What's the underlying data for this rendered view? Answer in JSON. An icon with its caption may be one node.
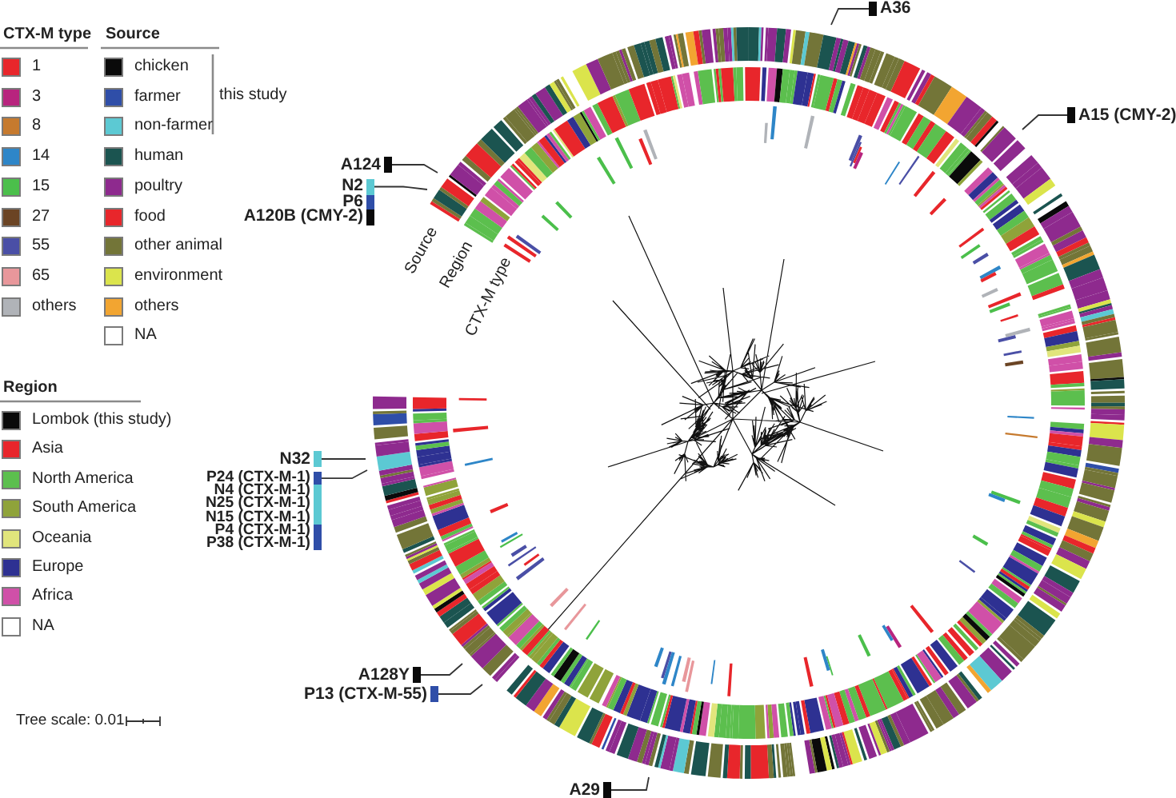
{
  "diagram": {
    "nodes": [
      {
        "text": [
          "A36"
        ]
      },
      {
        "text": [
          "A15 (CMY-2)"
        ]
      },
      {
        "text": [
          "A124"
        ]
      },
      {
        "text": [
          "N2"
        ]
      },
      {
        "text": [
          "P6"
        ]
      },
      {
        "text": [
          "A120B (CMY-2)"
        ]
      },
      {
        "text": [
          "N32"
        ]
      },
      {
        "text": [
          "P24 (CTX-M-1)"
        ]
      },
      {
        "text": [
          "N4 (CTX-M-1)"
        ]
      },
      {
        "text": [
          "N25 (CTX-M-1)"
        ]
      },
      {
        "text": [
          "N15 (CTX-M-1)"
        ]
      },
      {
        "text": [
          "P4 (CTX-M-1)"
        ]
      },
      {
        "text": [
          "P38 (CTX-M-1)"
        ]
      },
      {
        "text": [
          "A128Y"
        ]
      },
      {
        "text": [
          "P13 (CTX-M-55)"
        ]
      },
      {
        "text": [
          "A29"
        ]
      }
    ],
    "edges": [
      {
        "from": 0,
        "to": null,
        "arrow": "none"
      },
      {
        "from": 1,
        "to": null,
        "arrow": "none"
      },
      {
        "from": 2,
        "to": null,
        "arrow": "none"
      },
      {
        "from": 3,
        "to": null,
        "arrow": "none"
      },
      {
        "from": 6,
        "to": null,
        "arrow": "none"
      },
      {
        "from": 7,
        "to": null,
        "arrow": "none"
      },
      {
        "from": 13,
        "to": null,
        "arrow": "none"
      },
      {
        "from": 14,
        "to": null,
        "arrow": "none"
      },
      {
        "from": 15,
        "to": null,
        "arrow": "none"
      }
    ],
    "labels": [
      "CTX-M type",
      "Source",
      "this study",
      "Region",
      "Source",
      "Region",
      "CTX-M type",
      "Tree scale: 0.01"
    ],
    "legend": [
      {
        "text": "1",
        "color": "#e8262b"
      },
      {
        "text": "3",
        "color": "#b8247e"
      },
      {
        "text": "8",
        "color": "#c67a2e"
      },
      {
        "text": "14",
        "color": "#2e86c8"
      },
      {
        "text": "15",
        "color": "#4bbf4b"
      },
      {
        "text": "27",
        "color": "#6b4424"
      },
      {
        "text": "55",
        "color": "#4a4fa6"
      },
      {
        "text": "65",
        "color": "#e8979b"
      },
      {
        "text": "others",
        "color": "#b0b3b8"
      },
      {
        "text": "chicken",
        "color": "#0a0a0a"
      },
      {
        "text": "farmer",
        "color": "#2f4ea8"
      },
      {
        "text": "non-farmer",
        "color": "#5cc9d3"
      },
      {
        "text": "human",
        "color": "#1b5450"
      },
      {
        "text": "poultry",
        "color": "#8e2a8e"
      },
      {
        "text": "food",
        "color": "#e8262b"
      },
      {
        "text": "other animal",
        "color": "#737538"
      },
      {
        "text": "environment",
        "color": "#dbe44c"
      },
      {
        "text": "others",
        "color": "#f2a531"
      },
      {
        "text": "NA",
        "color": "#ffffff"
      },
      {
        "text": "Lombok (this study)",
        "color": "#0a0a0a"
      },
      {
        "text": "Asia",
        "color": "#e8262b"
      },
      {
        "text": "North America",
        "color": "#5cbf4e"
      },
      {
        "text": "South America",
        "color": "#8fa33a"
      },
      {
        "text": "Oceania",
        "color": "#e1e57c"
      },
      {
        "text": "Europe",
        "color": "#2e3192"
      },
      {
        "text": "Africa",
        "color": "#d050a8"
      },
      {
        "text": "NA",
        "color": "#ffffff"
      }
    ]
  }
}
